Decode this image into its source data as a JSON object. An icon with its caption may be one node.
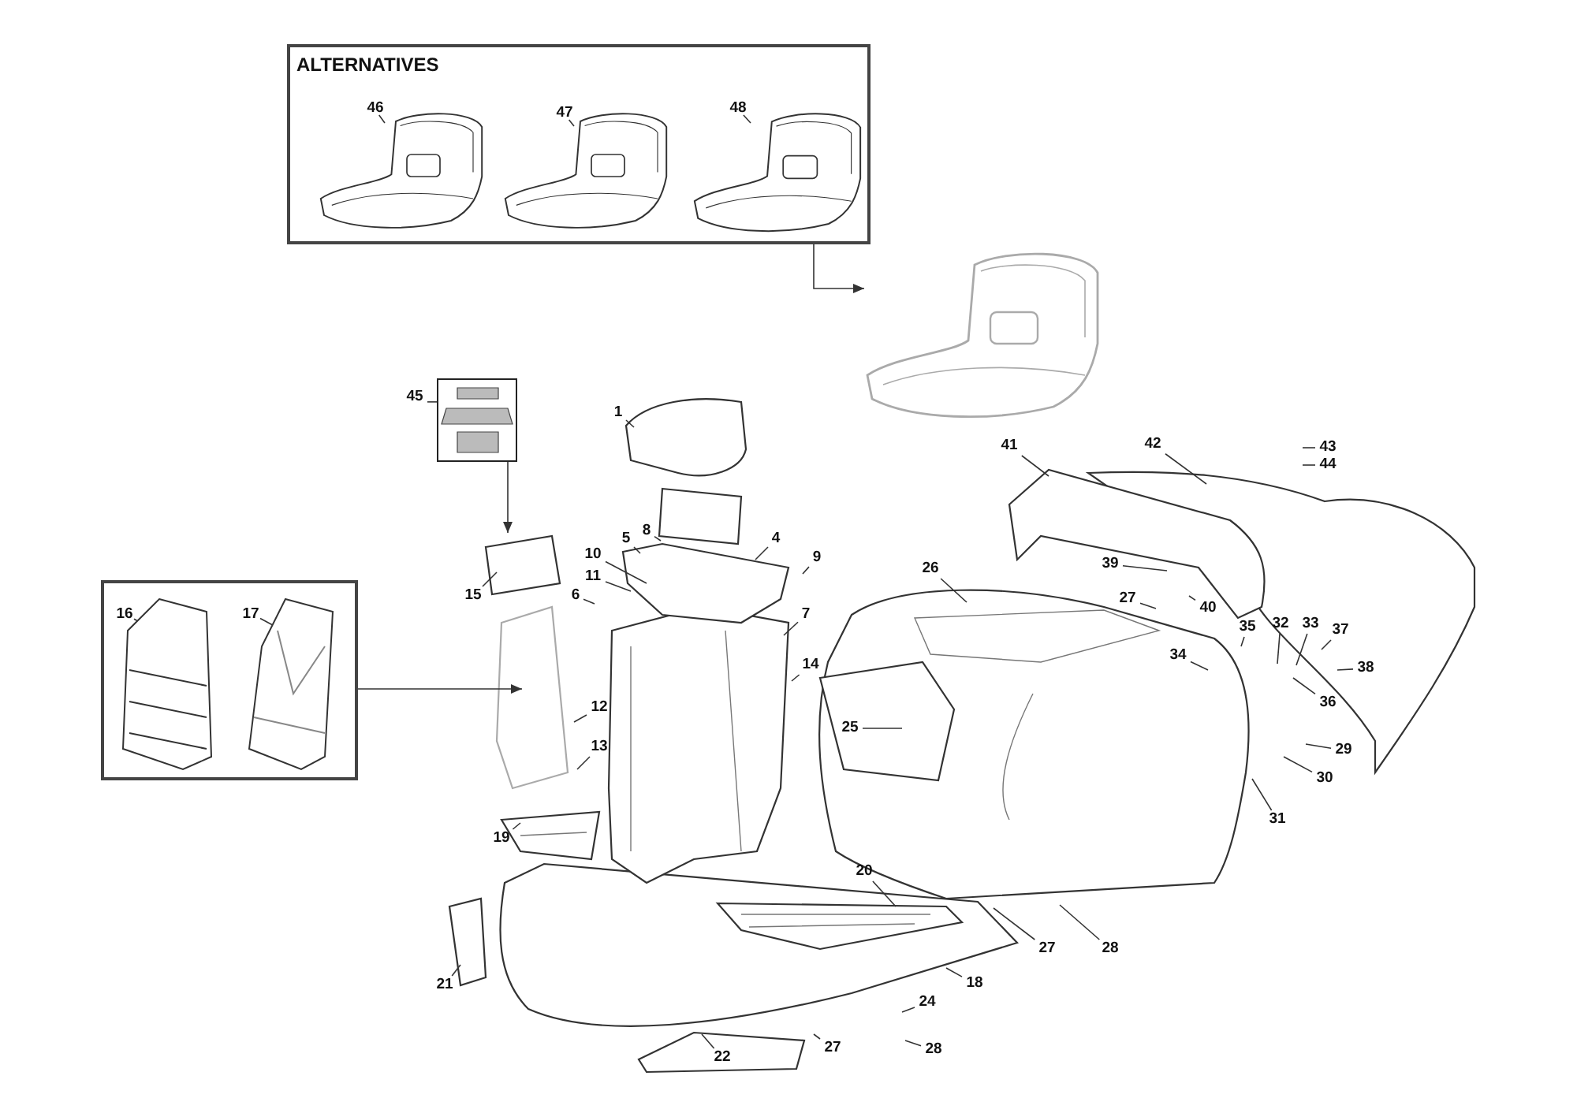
{
  "diagram": {
    "nodes": [
      {
        "text": [
          "ALTERNATIVES"
        ]
      },
      {
        "text": [
          "46"
        ],
        "in": 0
      },
      {
        "text": [
          "47"
        ],
        "in": 0
      },
      {
        "text": [
          "48"
        ],
        "in": 0
      },
      {
        "text": [],
        "shape": "picture"
      },
      {
        "text": [
          "45"
        ]
      },
      {
        "text": [],
        "shape": "picture"
      },
      {
        "text": [
          "1"
        ]
      },
      {
        "text": [
          "41"
        ]
      },
      {
        "text": [
          "42"
        ]
      },
      {
        "text": [
          "43"
        ]
      },
      {
        "text": [
          "44"
        ]
      },
      {
        "text": [
          "8"
        ]
      },
      {
        "text": [
          "4"
        ]
      },
      {
        "text": [
          "5"
        ]
      },
      {
        "text": [
          "9"
        ]
      },
      {
        "text": [
          "10"
        ]
      },
      {
        "text": [
          "26"
        ]
      },
      {
        "text": [
          "39"
        ]
      },
      {
        "text": [
          "11"
        ]
      },
      {
        "text": [
          "15"
        ]
      },
      {
        "text": [
          "6"
        ]
      },
      {
        "text": [
          "27"
        ]
      },
      {
        "text": [
          "40"
        ]
      },
      {
        "text": [
          "7"
        ]
      },
      {
        "text": [
          "34"
        ]
      },
      {
        "text": [
          "35"
        ]
      },
      {
        "text": [
          "32"
        ]
      },
      {
        "text": [
          "33"
        ]
      },
      {
        "text": [
          "37"
        ]
      },
      {
        "text": [],
        "shape": "box"
      },
      {
        "text": [
          "16"
        ],
        "in": 30
      },
      {
        "text": [
          "17"
        ],
        "in": 30
      },
      {
        "text": [
          "14"
        ]
      },
      {
        "text": [
          "38"
        ]
      },
      {
        "text": [
          "36"
        ]
      },
      {
        "text": [
          "12"
        ]
      },
      {
        "text": [
          "25"
        ]
      },
      {
        "text": [
          "29"
        ]
      },
      {
        "text": [
          "13"
        ]
      },
      {
        "text": [
          "30"
        ]
      },
      {
        "text": [
          "31"
        ]
      },
      {
        "text": [
          "19"
        ]
      },
      {
        "text": [
          "20"
        ]
      },
      {
        "text": [
          "27"
        ]
      },
      {
        "text": [
          "28"
        ]
      },
      {
        "text": [
          "21"
        ]
      },
      {
        "text": [
          "18"
        ]
      },
      {
        "text": [
          "24"
        ]
      },
      {
        "text": [
          "22"
        ]
      },
      {
        "text": [
          "27"
        ]
      },
      {
        "text": [
          "28"
        ]
      }
    ],
    "edges": [
      {
        "from": 0,
        "to": 4,
        "arrow": "to"
      },
      {
        "from": 5,
        "to": 6,
        "arrow": "none"
      },
      {
        "from": 6,
        "to": null,
        "arrow": "to"
      },
      {
        "from": 30,
        "to": null,
        "arrow": "to"
      },
      {
        "from": 1,
        "to": null,
        "arrow": "none"
      },
      {
        "from": 2,
        "to": null,
        "arrow": "none"
      },
      {
        "from": 3,
        "to": null,
        "arrow": "none"
      },
      {
        "from": 7,
        "to": null,
        "arrow": "none"
      },
      {
        "from": 8,
        "to": null,
        "arrow": "none"
      },
      {
        "from": 9,
        "to": null,
        "arrow": "none"
      },
      {
        "from": 10,
        "to": null,
        "arrow": "none"
      },
      {
        "from": 11,
        "to": null,
        "arrow": "none"
      },
      {
        "from": 12,
        "to": null,
        "arrow": "none"
      },
      {
        "from": 13,
        "to": null,
        "arrow": "none"
      },
      {
        "from": 14,
        "to": null,
        "arrow": "none"
      },
      {
        "from": 15,
        "to": null,
        "arrow": "none"
      },
      {
        "from": 16,
        "to": null,
        "arrow": "none"
      },
      {
        "from": 17,
        "to": null,
        "arrow": "none"
      },
      {
        "from": 18,
        "to": null,
        "arrow": "none"
      },
      {
        "from": 19,
        "to": null,
        "arrow": "none"
      },
      {
        "from": 20,
        "to": null,
        "arrow": "none"
      },
      {
        "from": 21,
        "to": null,
        "arrow": "none"
      },
      {
        "from": 22,
        "to": null,
        "arrow": "none"
      },
      {
        "from": 23,
        "to": null,
        "arrow": "none"
      },
      {
        "from": 24,
        "to": null,
        "arrow": "none"
      },
      {
        "from": 25,
        "to": null,
        "arrow": "none"
      },
      {
        "from": 26,
        "to": null,
        "arrow": "none"
      },
      {
        "from": 27,
        "to": null,
        "arrow": "none"
      },
      {
        "from": 28,
        "to": null,
        "arrow": "none"
      },
      {
        "from": 29,
        "to": null,
        "arrow": "none"
      },
      {
        "from": 31,
        "to": null,
        "arrow": "none"
      },
      {
        "from": 32,
        "to": null,
        "arrow": "none"
      },
      {
        "from": 33,
        "to": null,
        "arrow": "none"
      },
      {
        "from": 34,
        "to": null,
        "arrow": "none"
      },
      {
        "from": 35,
        "to": null,
        "arrow": "none"
      },
      {
        "from": 36,
        "to": null,
        "arrow": "none"
      },
      {
        "from": 37,
        "to": null,
        "arrow": "none"
      },
      {
        "from": 38,
        "to": null,
        "arrow": "none"
      },
      {
        "from": 39,
        "to": null,
        "arrow": "none"
      },
      {
        "from": 40,
        "to": null,
        "arrow": "none"
      },
      {
        "from": 41,
        "to": null,
        "arrow": "none"
      },
      {
        "from": 42,
        "to": null,
        "arrow": "none"
      },
      {
        "from": 43,
        "to": null,
        "arrow": "none"
      },
      {
        "from": 44,
        "to": null,
        "arrow": "none"
      },
      {
        "from": 45,
        "to": null,
        "arrow": "none"
      },
      {
        "from": 46,
        "to": null,
        "arrow": "none"
      },
      {
        "from": 47,
        "to": null,
        "arrow": "none"
      },
      {
        "from": 48,
        "to": null,
        "arrow": "none"
      },
      {
        "from": 49,
        "to": null,
        "arrow": "none"
      },
      {
        "from": 50,
        "to": null,
        "arrow": "none"
      },
      {
        "from": 51,
        "to": null,
        "arrow": "none"
      }
    ]
  }
}
